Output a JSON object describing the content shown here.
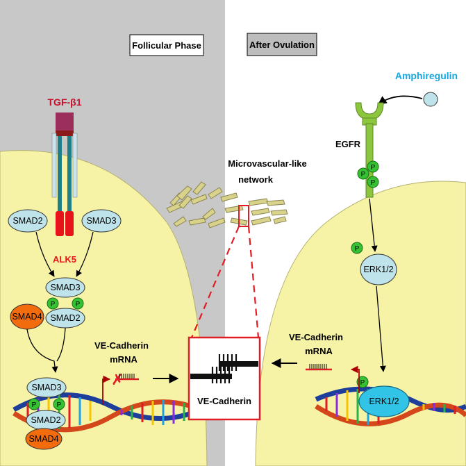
{
  "phases": {
    "follicular": "Follicular Phase",
    "after_ovulation": "After Ovulation"
  },
  "ligands": {
    "tgf": "TGF-β1",
    "amphiregulin": "Amphiregulin"
  },
  "receptors": {
    "alk5": "ALK5",
    "egfr": "EGFR"
  },
  "smads": {
    "smad2": "SMAD2",
    "smad3": "SMAD3",
    "smad4": "SMAD4"
  },
  "phospho": "P",
  "erk": "ERK1/2",
  "network": {
    "line1": "Microvascular-like",
    "line2": "network"
  },
  "mrna": {
    "line1": "VE-Cadherin",
    "line2": "mRNA"
  },
  "ve_cadherin": "VE-Cadherin",
  "colors": {
    "left_bg": "#c8c8c8",
    "right_bg": "#ffffff",
    "cell": "#f6f3a6",
    "smad_oval": "#bfe3ea",
    "smad4": "#f26c0d",
    "phospho": "#35c232",
    "tgf": "#c8102e",
    "amphiregulin": "#17a7e0",
    "receptor_red": "#e8141c",
    "egfr": "#8cc63e",
    "erk_nucleus": "#32c4e6"
  }
}
